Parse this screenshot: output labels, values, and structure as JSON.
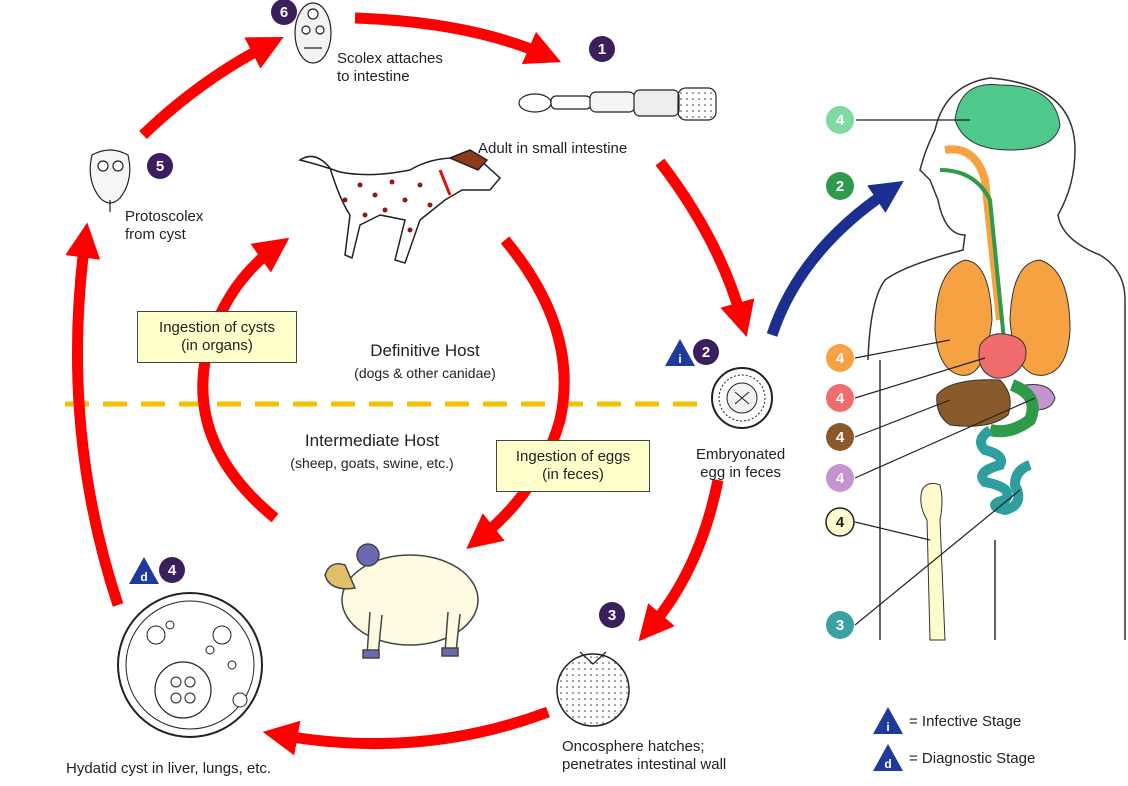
{
  "labels": {
    "scolex": [
      "Scolex attaches",
      "to intestine"
    ],
    "adult": [
      "Adult in small intestine"
    ],
    "protoscolex": [
      "Protoscolex",
      "from cyst"
    ],
    "embryonated": [
      "Embryonated",
      "egg in feces"
    ],
    "oncosphere": [
      "Oncosphere hatches;",
      "penetrates intestinal wall"
    ],
    "hydatid": [
      "Hydatid cyst in liver, lungs, etc."
    ]
  },
  "boxes": {
    "ingestion_cysts": [
      "Ingestion of cysts",
      "(in organs)"
    ],
    "ingestion_eggs": [
      "Ingestion of eggs",
      "(in feces)"
    ]
  },
  "hosts": {
    "definitive": {
      "title": "Definitive Host",
      "subtitle": "(dogs & other canidae)"
    },
    "intermediate": {
      "title": "Intermediate Host",
      "subtitle": "(sheep, goats, swine, etc.)"
    }
  },
  "stages": {
    "s1": "1",
    "s2": "2",
    "s3": "3",
    "s4": "4",
    "s5": "5",
    "s6": "6"
  },
  "stage_markers": {
    "infective": "i",
    "diagnostic": "d"
  },
  "body_markers": [
    "4",
    "2",
    "4",
    "4",
    "4",
    "4",
    "4",
    "3"
  ],
  "legend": {
    "infective": "= Infective Stage",
    "diagnostic": "= Diagnostic Stage"
  },
  "colors": {
    "cycle_arrow": "#ff0000",
    "exposure_arrow": "#1a2f8f",
    "stage_badge": "#3b1e5c",
    "marker_triangle": "#1f3a9a",
    "divider": "#f2c200",
    "box_fill": "#ffffcc",
    "brain": "#4fc98b",
    "lungs": "#f6a243",
    "heart": "#f16d6d",
    "liver": "#8b5a2b",
    "kidney": "#c693d1",
    "bone": "#fffbcc",
    "intestine": "#2f9e9e",
    "esophagus_green": "#2e9a4a",
    "marker_teal": "#3aa2a2"
  }
}
